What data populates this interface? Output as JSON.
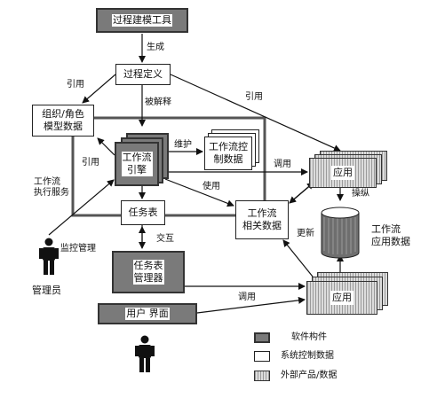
{
  "nodes": {
    "modeling_tool": "过程建模工具",
    "process_def": "过程定义",
    "org_model": "组织/角色\n模型数据",
    "engine": "工作流\n引擎",
    "control_data": "工作流控\n制数据",
    "app_top": "应用",
    "task_list": "任务表",
    "related_data": "工作流\n相关数据",
    "app_data": "工作流\n应用数据",
    "task_manager": "任务表\n管理器",
    "user_interface": "用户 界面",
    "app_bottom": "应用"
  },
  "edges": {
    "generate": "生成",
    "ref_left": "引用",
    "ref_right": "引用",
    "interpreted": "被解释",
    "ref_engine": "引用",
    "maintain": "维护",
    "call_top": "调用",
    "use": "使用",
    "manipulate": "操纵",
    "interact": "交互",
    "update": "更新",
    "call_bottom": "调用",
    "exec_service": "工作流\n执行服务",
    "monitor": "监控管理"
  },
  "actors": {
    "admin": "管理员"
  },
  "legend": {
    "software": "软件构件",
    "control": "系统控制数据",
    "external": "外部产品/数据"
  },
  "colors": {
    "component_gray": "#7a7a7a",
    "stripe_light": "#dcdcdc",
    "stripe_dark": "#9a9a9a"
  }
}
